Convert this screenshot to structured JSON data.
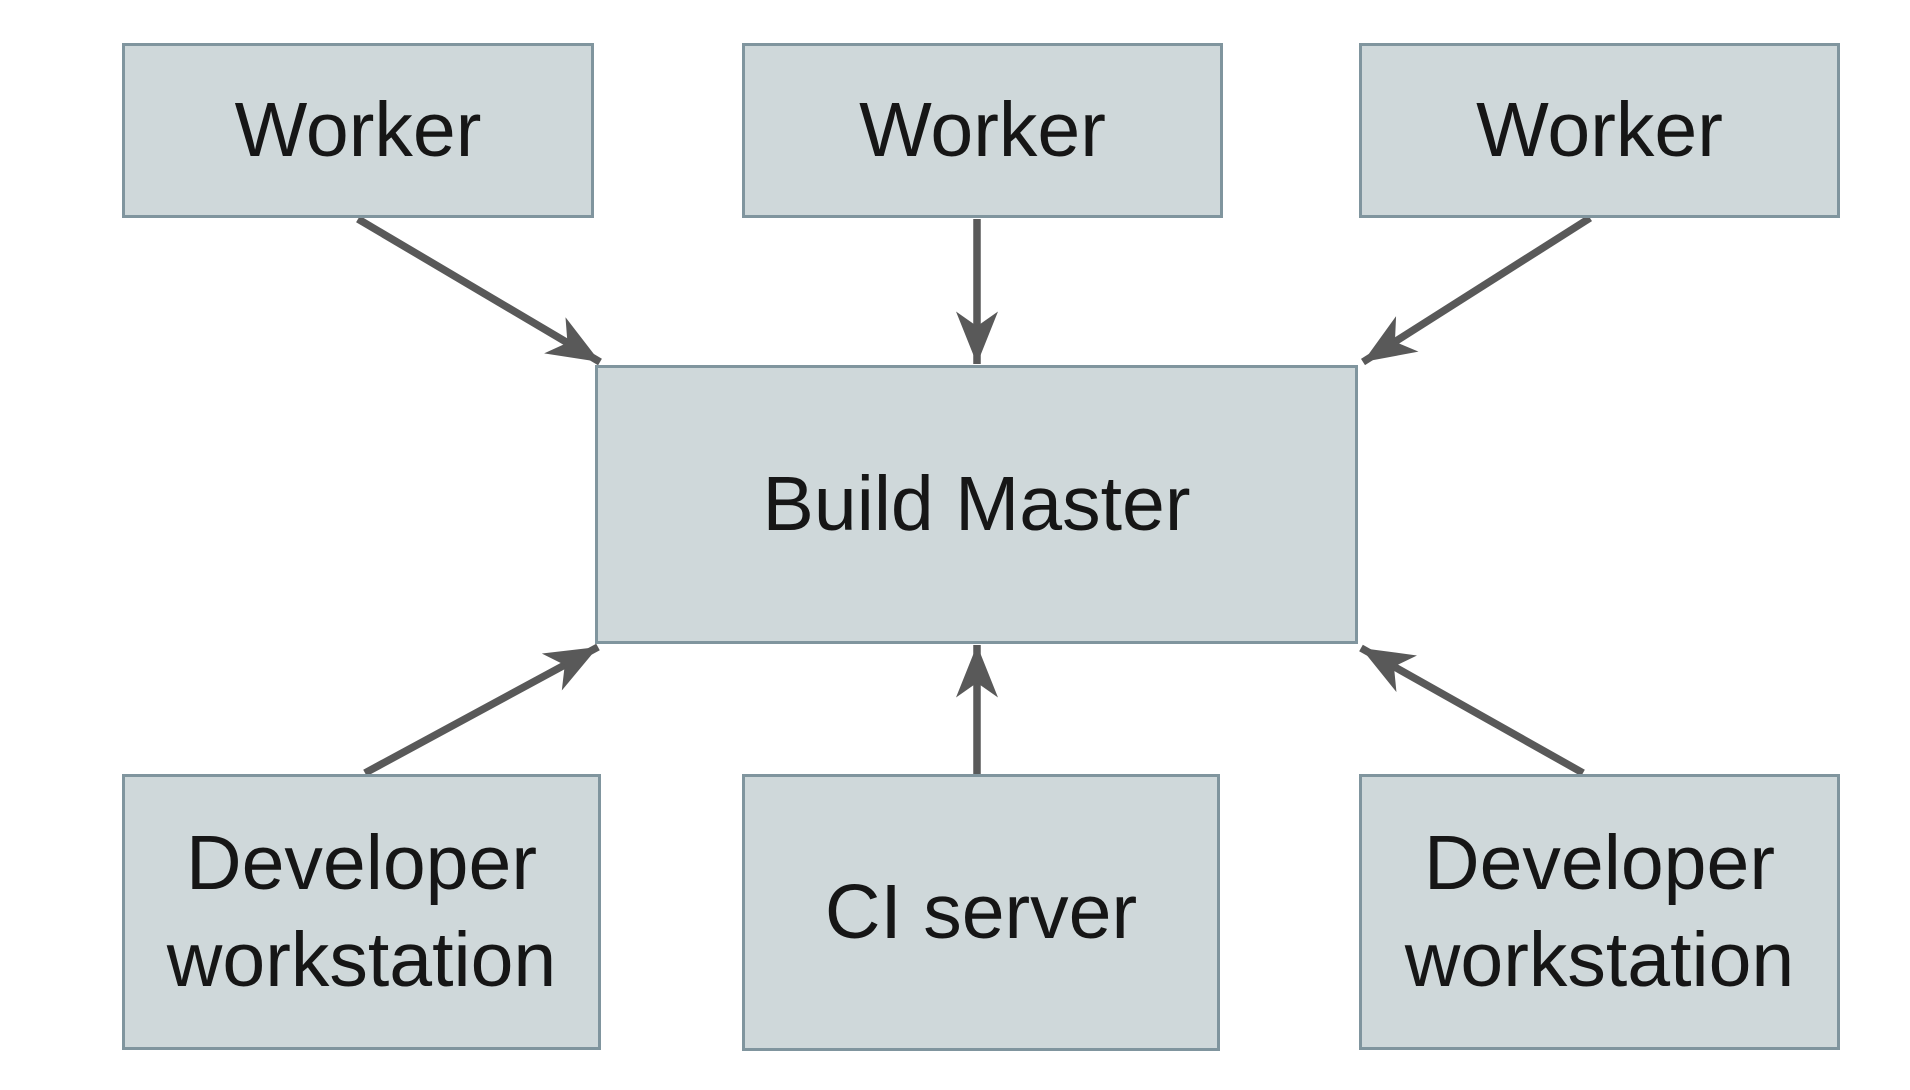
{
  "diagram": {
    "colors": {
      "background": "#ffffff",
      "box_fill": "#cfd8da",
      "box_border": "#80959e",
      "arrow_color": "#595959",
      "text_color": "#161616"
    },
    "nodes": [
      {
        "id": "worker-1",
        "label": "Worker"
      },
      {
        "id": "worker-2",
        "label": "Worker"
      },
      {
        "id": "worker-3",
        "label": "Worker"
      },
      {
        "id": "build-master",
        "label": "Build Master"
      },
      {
        "id": "developer-workstation-left",
        "label": "Developer workstation"
      },
      {
        "id": "ci-server",
        "label": "CI server"
      },
      {
        "id": "developer-workstation-right",
        "label": "Developer workstation"
      }
    ],
    "edges": [
      {
        "from": "worker-1",
        "to": "build-master"
      },
      {
        "from": "worker-2",
        "to": "build-master"
      },
      {
        "from": "worker-3",
        "to": "build-master"
      },
      {
        "from": "developer-workstation-left",
        "to": "build-master"
      },
      {
        "from": "ci-server",
        "to": "build-master"
      },
      {
        "from": "developer-workstation-right",
        "to": "build-master"
      }
    ]
  }
}
